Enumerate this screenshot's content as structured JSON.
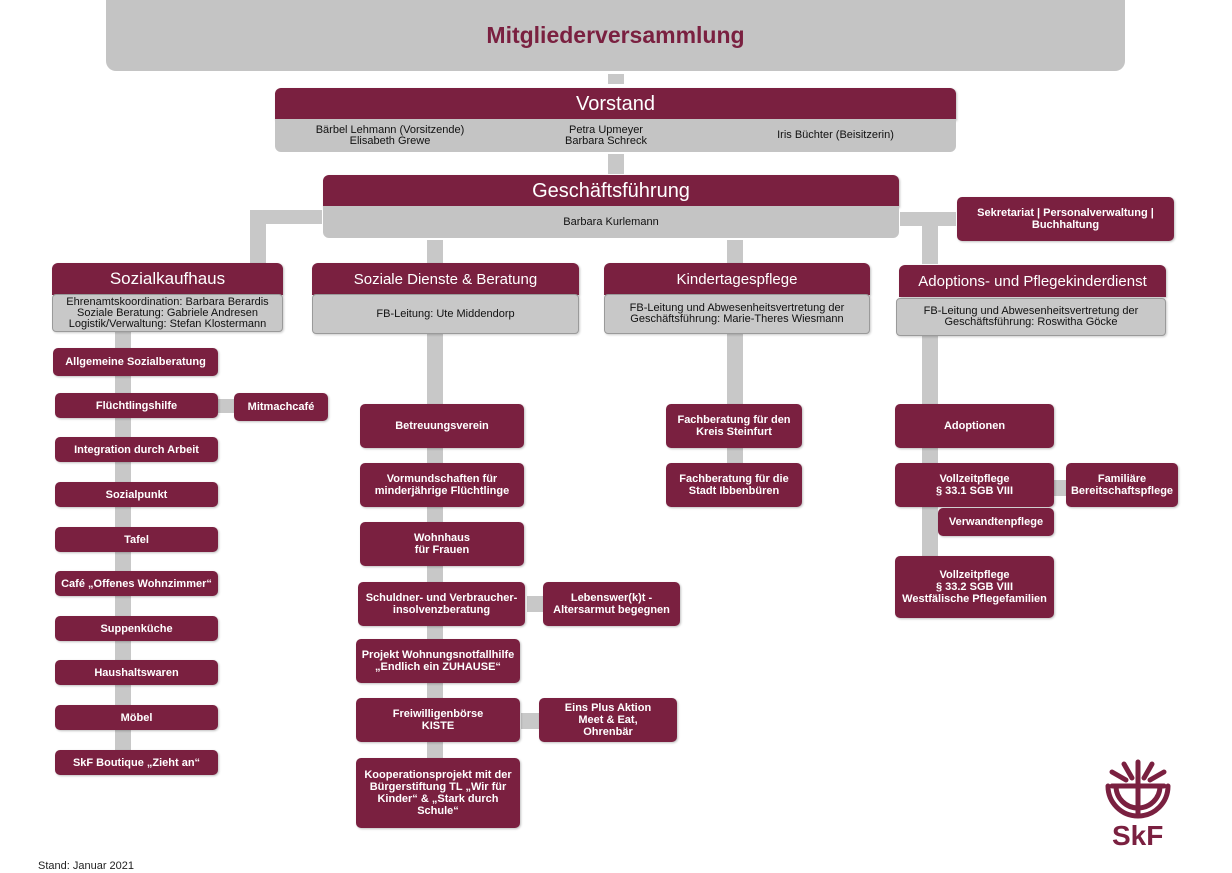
{
  "top": {
    "title": "Mitgliederversammlung"
  },
  "vorstand": {
    "title": "Vorstand",
    "col1": "Bärbel Lehmann (Vorsitzende)\nElisabeth Grewe",
    "col2": "Petra Upmeyer\nBarbara Schreck",
    "col3": "Iris Büchter (Beisitzerin)"
  },
  "gf": {
    "title": "Geschäftsführung",
    "name": "Barbara Kurlemann",
    "side": "Sekretariat | Personalverwaltung |\nBuchhaltung"
  },
  "sozialkaufhaus": {
    "title": "Sozialkaufhaus",
    "staff": "Ehrenamtskoordination: Barbara Berardis\nSoziale Beratung: Gabriele Andresen\nLogistik/Verwaltung: Stefan Klostermann",
    "items": [
      "Allgemeine Sozialberatung",
      "Flüchtlingshilfe",
      "Integration durch Arbeit",
      "Sozialpunkt",
      "Tafel",
      "Café „Offenes Wohnzimmer“",
      "Suppenküche",
      "Haushaltswaren",
      "Möbel",
      "SkF Boutique „Zieht an“"
    ],
    "side": "Mitmachcafé"
  },
  "soziale": {
    "title": "Soziale Dienste & Beratung",
    "lead": "FB-Leitung: Ute Middendorp",
    "items": [
      "Betreuungsverein",
      "Vormundschaften für\nminderjährige Flüchtlinge",
      "Wohnhaus\nfür Frauen",
      "Schuldner- und Verbraucher-\ninsolvenzberatung",
      "Projekt Wohnungsnotfallhilfe\n„Endlich ein ZUHAUSE“",
      "Freiwilligenbörse\nKISTE",
      "Kooperationsprojekt mit der\nBürgerstiftung TL „Wir für\nKinder“ & „Stark durch\nSchule“"
    ],
    "side1": "Lebenswer(k)t -\nAltersarmut begegnen",
    "side2": "Eins Plus Aktion\nMeet & Eat,\nOhrenbär"
  },
  "kita": {
    "title": "Kindertagespflege",
    "lead": "FB-Leitung und Abwesenheitsvertretung der\nGeschäftsführung: Marie-Theres Wiesmann",
    "items": [
      "Fachberatung für den\nKreis Steinfurt",
      "Fachberatung für die\nStadt Ibbenbüren"
    ]
  },
  "adoption": {
    "title": "Adoptions- und Pflegekinderdienst",
    "lead": "FB-Leitung und Abwesenheitsvertretung der\nGeschäftsführung: Roswitha Göcke",
    "items": [
      "Adoptionen",
      "Vollzeitpflege\n§ 33.1 SGB VIII",
      "Verwandtenpflege",
      "Vollzeitpflege\n§ 33.2 SGB VIII\nWestfälische Pflegefamilien"
    ],
    "side": "Familiäre\nBereitschaftspflege"
  },
  "footer": {
    "stand": "Stand: Januar 2021"
  },
  "logo": {
    "text": "SkF"
  },
  "colors": {
    "accent": "#7a2040",
    "gray": "#c4c4c4"
  }
}
